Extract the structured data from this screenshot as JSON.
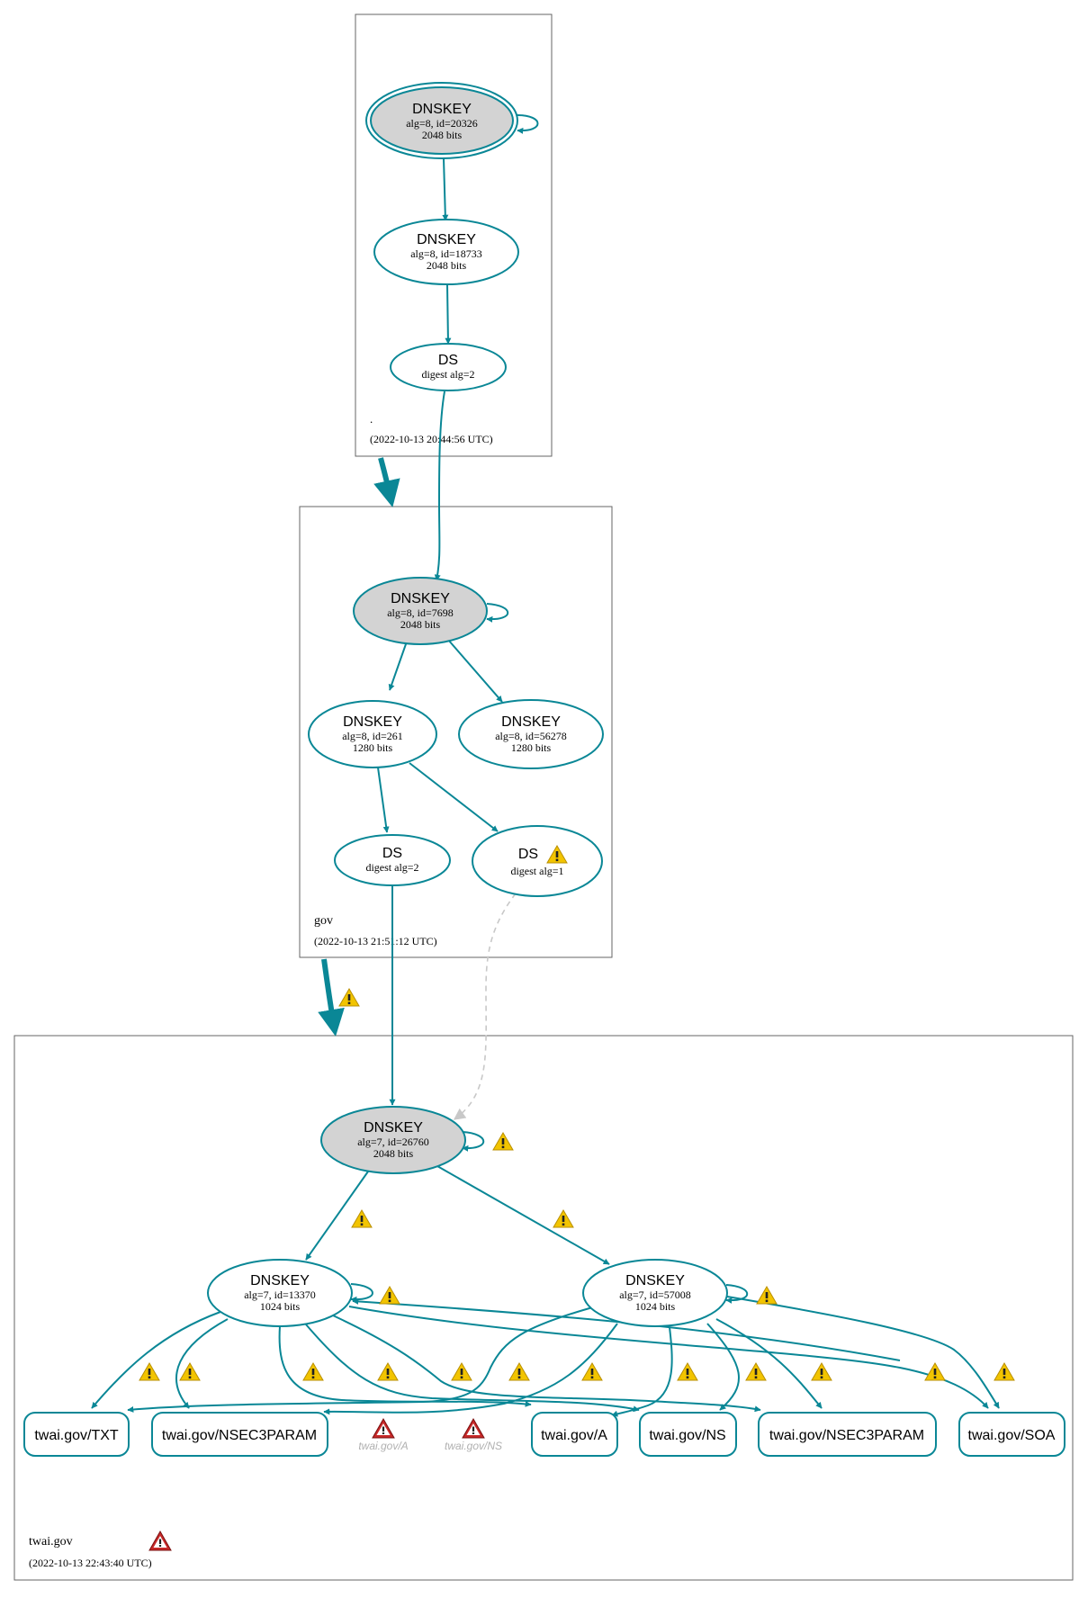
{
  "zones": {
    "root": {
      "name": ".",
      "timestamp": "(2022-10-13 20:44:56 UTC)"
    },
    "gov": {
      "name": "gov",
      "timestamp": "(2022-10-13 21:51:12 UTC)"
    },
    "twai": {
      "name": "twai.gov",
      "timestamp": "(2022-10-13 22:43:40 UTC)"
    }
  },
  "nodes": {
    "root_ksk": {
      "title": "DNSKEY",
      "line1": "alg=8, id=20326",
      "line2": "2048 bits"
    },
    "root_zsk": {
      "title": "DNSKEY",
      "line1": "alg=8, id=18733",
      "line2": "2048 bits"
    },
    "root_ds": {
      "title": "DS",
      "line1": "digest alg=2"
    },
    "gov_ksk": {
      "title": "DNSKEY",
      "line1": "alg=8, id=7698",
      "line2": "2048 bits"
    },
    "gov_zsk1": {
      "title": "DNSKEY",
      "line1": "alg=8, id=261",
      "line2": "1280 bits"
    },
    "gov_zsk2": {
      "title": "DNSKEY",
      "line1": "alg=8, id=56278",
      "line2": "1280 bits"
    },
    "gov_ds2": {
      "title": "DS",
      "line1": "digest alg=2"
    },
    "gov_ds1": {
      "title": "DS",
      "line1": "digest alg=1"
    },
    "twai_ksk": {
      "title": "DNSKEY",
      "line1": "alg=7, id=26760",
      "line2": "2048 bits"
    },
    "twai_zsk1": {
      "title": "DNSKEY",
      "line1": "alg=7, id=13370",
      "line2": "1024 bits"
    },
    "twai_zsk2": {
      "title": "DNSKEY",
      "line1": "alg=7, id=57008",
      "line2": "1024 bits"
    }
  },
  "records": {
    "txt": "twai.gov/TXT",
    "nsec3param1": "twai.gov/NSEC3PARAM",
    "a": "twai.gov/A",
    "ns": "twai.gov/NS",
    "nsec3param2": "twai.gov/NSEC3PARAM",
    "soa": "twai.gov/SOA"
  },
  "missing": {
    "a": "twai.gov/A",
    "ns": "twai.gov/NS"
  },
  "colors": {
    "edge": "#0a8796",
    "ksk_fill": "#d3d3d3",
    "zone_border": "#666666",
    "warning": "#f2c400",
    "error": "#c62828",
    "insecure": "#c8c8c8"
  },
  "icons": {
    "warning": "warning-icon",
    "error": "error-icon"
  }
}
